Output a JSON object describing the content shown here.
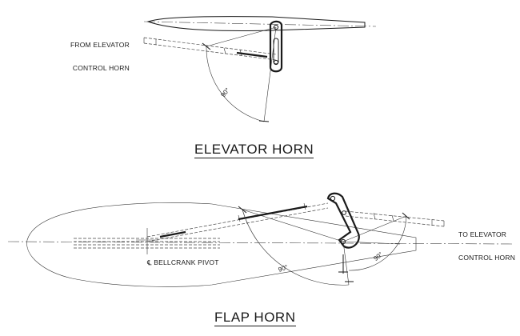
{
  "elevator": {
    "title": "ELEVATOR HORN",
    "from_label_line1": "FROM ELEVATOR",
    "from_label_line2": "CONTROL HORN",
    "angle": "90°"
  },
  "flap": {
    "title": "FLAP HORN",
    "to_label_line1": "TO ELEVATOR",
    "to_label_line2": "CONTROL HORN",
    "pivot_label": "℄ BELLCRANK PIVOT",
    "angle_left": "90°",
    "angle_right": "90°"
  },
  "colors": {
    "ink": "#1a1a1a",
    "light": "#555555"
  }
}
